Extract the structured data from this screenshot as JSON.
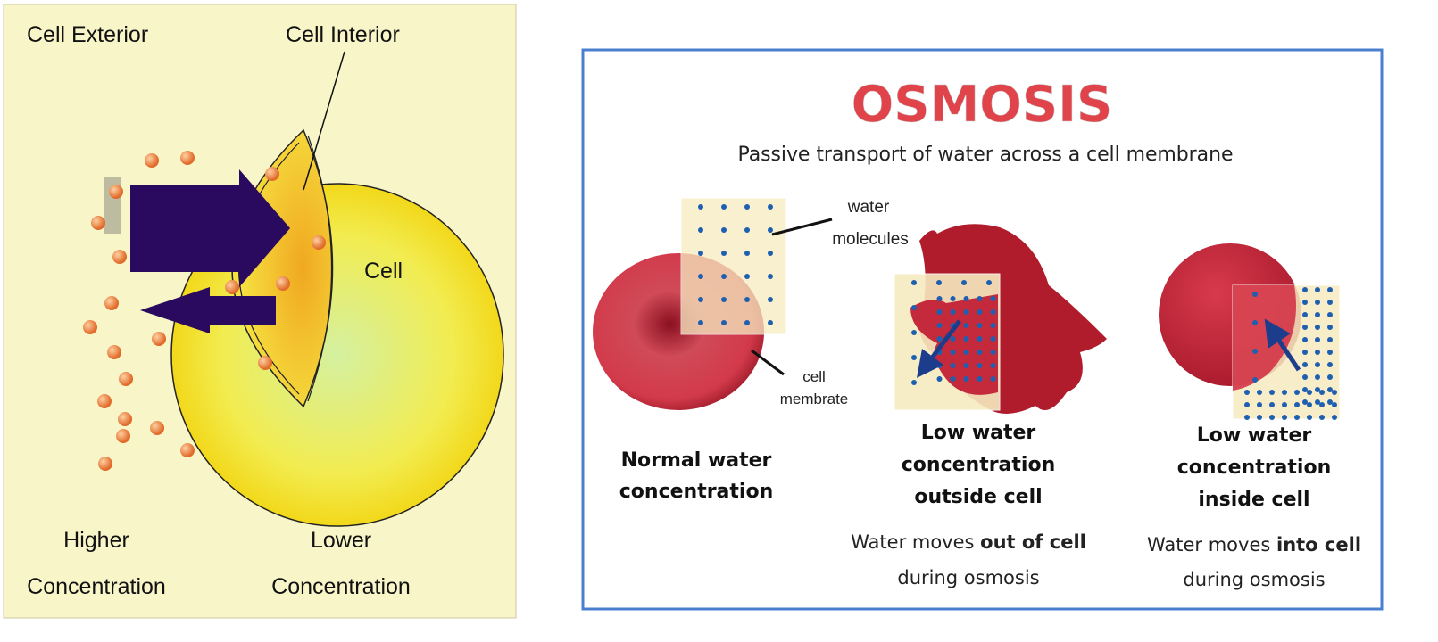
{
  "left_diagram": {
    "cell_exterior": "Cell Exterior",
    "cell_interior": "Cell Interior",
    "cell": "Cell",
    "higher": [
      "Higher",
      "Concentration"
    ],
    "lower": [
      "Lower",
      "Concentration"
    ],
    "colors": {
      "background": "#f8f6c9",
      "cell": "#f5e21e",
      "arrow": "#2a0a5e",
      "particle": "#e8743a"
    }
  },
  "right_diagram": {
    "title": "OSMOSIS",
    "subtitle": "Passive transport of water across a cell membrane",
    "water_molecules": [
      "water",
      "molecules"
    ],
    "cell_membrane": [
      "cell",
      "membrate"
    ],
    "panels": [
      {
        "heading": [
          "Normal water",
          "concentration"
        ]
      },
      {
        "heading": [
          "Low water",
          "concentration",
          "outside cell"
        ],
        "desc_plain": "Water moves ",
        "desc_bold": "out of cell",
        "desc_line2": "during osmosis"
      },
      {
        "heading": [
          "Low water",
          "concentration",
          "inside cell"
        ],
        "desc_plain": "Water moves ",
        "desc_bold": "into cell",
        "desc_line2": "during osmosis"
      }
    ],
    "colors": {
      "title": "#e0444a",
      "border": "#4a7fd0",
      "rbc": "#c8283a",
      "water": "#1f5fb0",
      "patch": "#f6ebc0"
    }
  }
}
